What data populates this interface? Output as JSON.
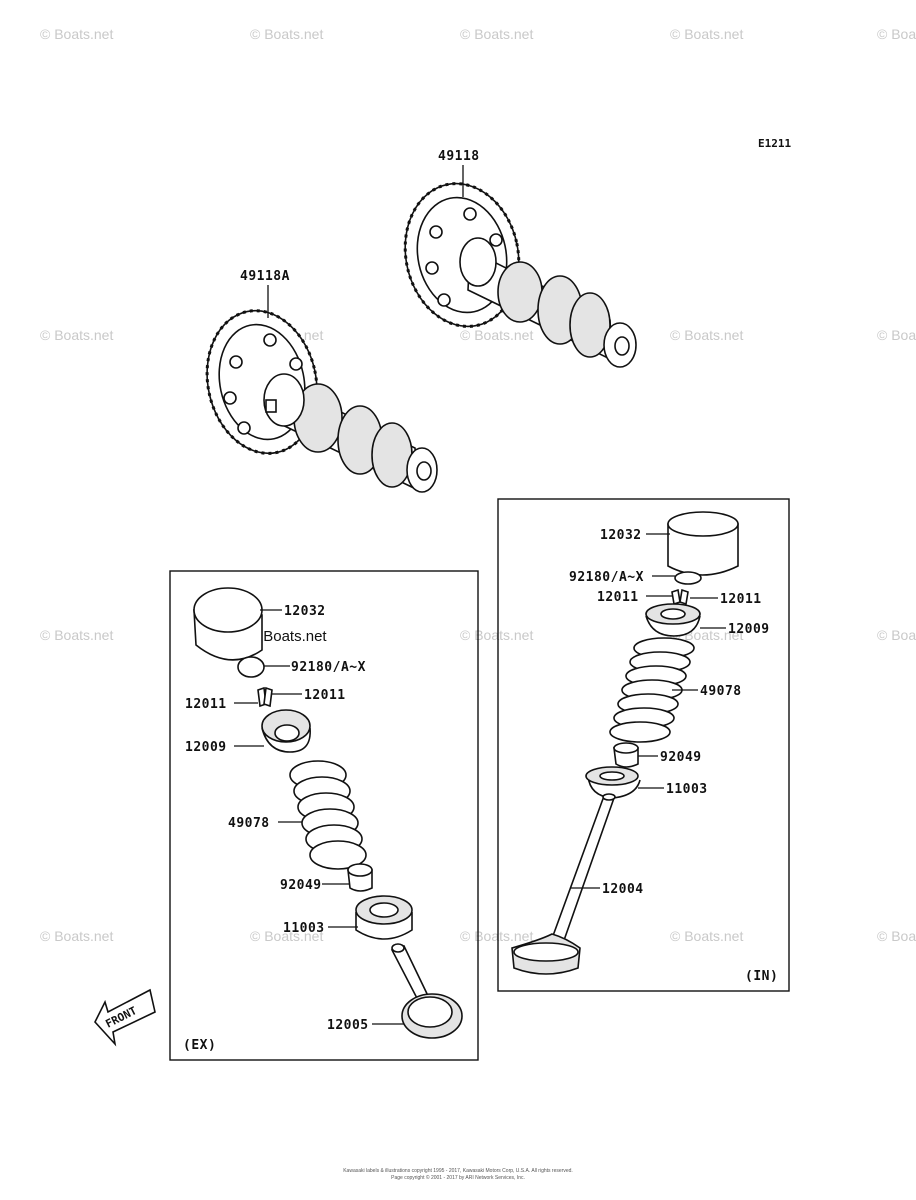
{
  "diagram": {
    "code": "E1211",
    "watermark": "© Boats.net",
    "brand_mark": "© Boats.net",
    "front_label": "FRONT",
    "panels": {
      "exhaust_label": "(EX)",
      "intake_label": "(IN)"
    },
    "labels": {
      "cam_intake": "49118",
      "cam_exhaust": "49118A",
      "ex_lifter": "12032",
      "ex_shim": "92180/A~X",
      "ex_cotter_left": "12011",
      "ex_cotter_right": "12011",
      "ex_retainer": "12009",
      "ex_spring": "49078",
      "ex_seal": "92049",
      "ex_seat": "11003",
      "ex_valve": "12005",
      "in_lifter": "12032",
      "in_shim": "92180/A~X",
      "in_cotter_left": "12011",
      "in_cotter_right": "12011",
      "in_retainer": "12009",
      "in_spring": "49078",
      "in_seal": "92049",
      "in_seat": "11003",
      "in_valve": "12004"
    },
    "footer_line1": "Kawasaki labels & illustrations copyright 1995 - 2017, Kawasaki Motors Corp, U.S.A. All rights reserved.",
    "footer_line2": "Page copyright © 2001 - 2017 by ARI Network Services, Inc."
  }
}
